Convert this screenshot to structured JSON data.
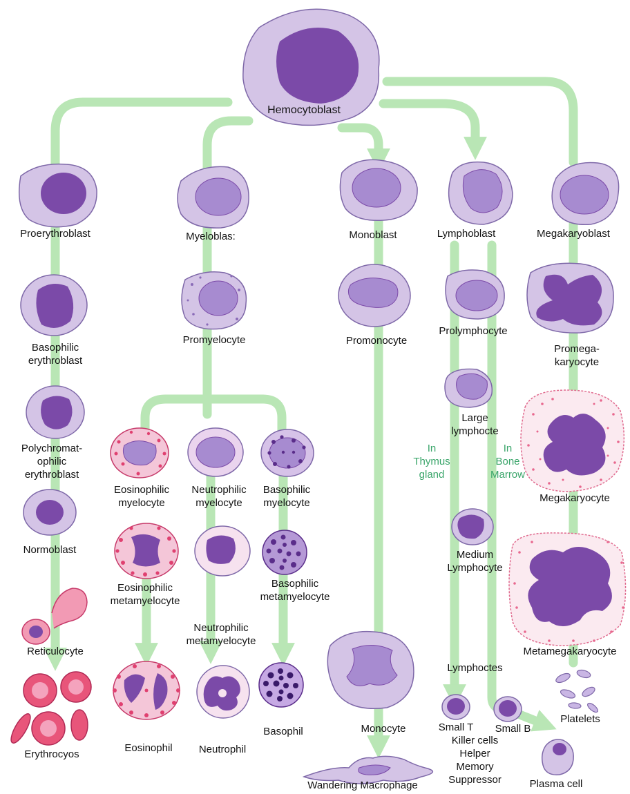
{
  "colors": {
    "arrow": "#b9e6b5",
    "cell_fill": "#d4c4e6",
    "cell_stroke": "#7e68a8",
    "nucleus": "#7b4aa8",
    "nucleus_light": "#a78bd0",
    "granule_pink": "#e04070",
    "granule_purple": "#5a2d8a",
    "rbc": "#e8557a",
    "note_text": "#3aa56a"
  },
  "labels": {
    "hemocytoblast": "Hemocytoblast",
    "proerythroblast": "Proerythroblast",
    "myeloblast": "Myeloblas:",
    "monoblast": "Monoblast",
    "lymphoblast": "Lymphoblast",
    "megakaryoblast": "Megakaryoblast",
    "basophilic_erythroblast": "Basophilic\nerythroblast",
    "promyelocyte": "Promyelocyte",
    "promonocyte": "Promonocyte",
    "prolymphocyte": "Prolymphocyte",
    "promegakaryocyte": "Promega-\nkaryocyte",
    "polychromatophilic": "Polychromat-\nophilic\nerythroblast",
    "large_lymphocyte": "Large\nlymphocte",
    "megakaryocyte": "Megakaryocyte",
    "eosinophilic_myelocyte": "Eosinophilic\nmyelocyte",
    "neutrophilic_myelocyte": "Neutrophilic\nmyelocyte",
    "basophilic_myelocyte": "Basophilic\nmyelocyte",
    "normoblast": "Normoblast",
    "medium_lymphocyte": "Medium\nLymphocyte",
    "eosinophilic_metamyelocyte": "Eosinophilic\nmetamyelocyte",
    "basophilic_metamyelocyte": "Basophilic\nmetamyelocyte",
    "neutrophilic_metamyelocyte": "Neutrophilic\nmetamyelocyte",
    "reticulocyte": "Reticulocyte",
    "metamegakaryocyte": "Metamegakaryocyte",
    "lymphocytes": "Lymphoctes",
    "small_t": "Small T",
    "small_b": "Small B",
    "monocyte": "Monocyte",
    "platelets": "Platelets",
    "erythrocytes": "Erythrocyos",
    "eosinophil": "Eosinophil",
    "neutrophil": "Neutrophil",
    "basophil": "Basophil",
    "t_cell_types": "Killer cells\nHelper\nMemory\nSuppressor",
    "plasma_cell": "Plasma cell",
    "wandering_macrophage": "Wandering Macrophage"
  },
  "notes": {
    "thymus": "In\nThymus\ngland",
    "bone_marrow": "In\nBone\nMarrow"
  }
}
